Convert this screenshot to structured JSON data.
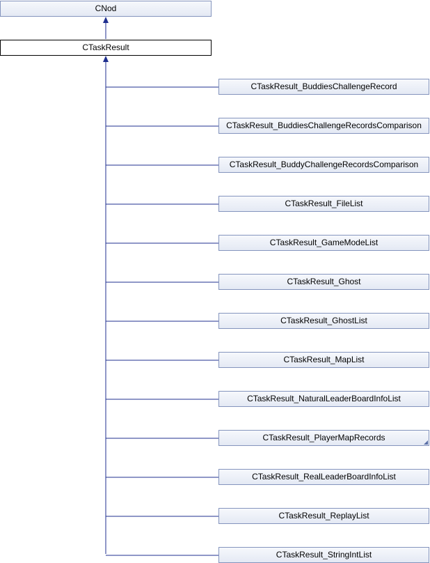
{
  "diagram": {
    "base_class": "CNod",
    "current_class": "CTaskResult",
    "derived_classes": [
      {
        "name": "CTaskResult_BuddiesChallengeRecord",
        "truncated": false
      },
      {
        "name": "CTaskResult_BuddiesChallengeRecordsComparison",
        "truncated": false
      },
      {
        "name": "CTaskResult_BuddyChallengeRecordsComparison",
        "truncated": false
      },
      {
        "name": "CTaskResult_FileList",
        "truncated": false
      },
      {
        "name": "CTaskResult_GameModeList",
        "truncated": false
      },
      {
        "name": "CTaskResult_Ghost",
        "truncated": false
      },
      {
        "name": "CTaskResult_GhostList",
        "truncated": false
      },
      {
        "name": "CTaskResult_MapList",
        "truncated": false
      },
      {
        "name": "CTaskResult_NaturalLeaderBoardInfoList",
        "truncated": false
      },
      {
        "name": "CTaskResult_PlayerMapRecords",
        "truncated": true
      },
      {
        "name": "CTaskResult_RealLeaderBoardInfoList",
        "truncated": false
      },
      {
        "name": "CTaskResult_ReplayList",
        "truncated": false
      },
      {
        "name": "CTaskResult_StringIntList",
        "truncated": false
      }
    ],
    "colors": {
      "edge": "#1f2f8f",
      "node_border": "#8494bd",
      "node_fill": "#e4e9f4",
      "current_border": "#000000"
    }
  }
}
